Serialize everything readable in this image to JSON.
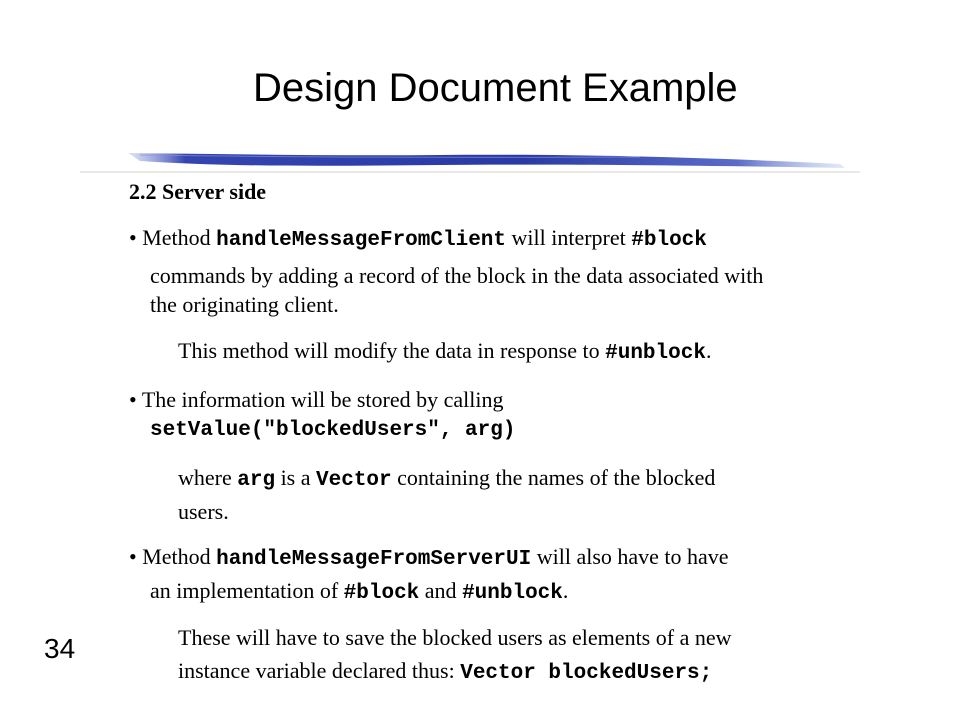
{
  "slide": {
    "title": "Design Document Example",
    "page_number": "34",
    "section_heading": "2.2 Server side",
    "bullet_glyph": "•",
    "b1": {
      "t1": "Method ",
      "c1": "handleMessageFromClient",
      "t2": " will interpret ",
      "c2": "#block",
      "line2": "commands by adding a record of the block in the data associated with",
      "line3": "the originating client."
    },
    "b1_note": {
      "t1": "This method will modify the data in response to ",
      "c1": "#unblock",
      "t2": "."
    },
    "b2": {
      "t1": "The information will be stored by calling",
      "c1": "setValue(\"blockedUsers\", arg)"
    },
    "b2_note": {
      "t1": "where ",
      "c1": "arg",
      "t2": " is a ",
      "c2": "Vector",
      "t3": " containing the names of the blocked",
      "line2": "users."
    },
    "b3": {
      "t1": "Method ",
      "c1": "handleMessageFromServerUI",
      "t2": " will also have to have",
      "t3": "an implementation of ",
      "c2": "#block",
      "t4": " and ",
      "c3": "#unblock",
      "t5": "."
    },
    "b3_note": {
      "line1": "These will have to save the blocked users as elements of a new",
      "t1": "instance variable declared thus: ",
      "c1": "Vector blockedUsers;"
    },
    "colors": {
      "text": "#000000",
      "rule_dark": "#1f2f9c",
      "rule_light": "#a9b8e8"
    }
  }
}
